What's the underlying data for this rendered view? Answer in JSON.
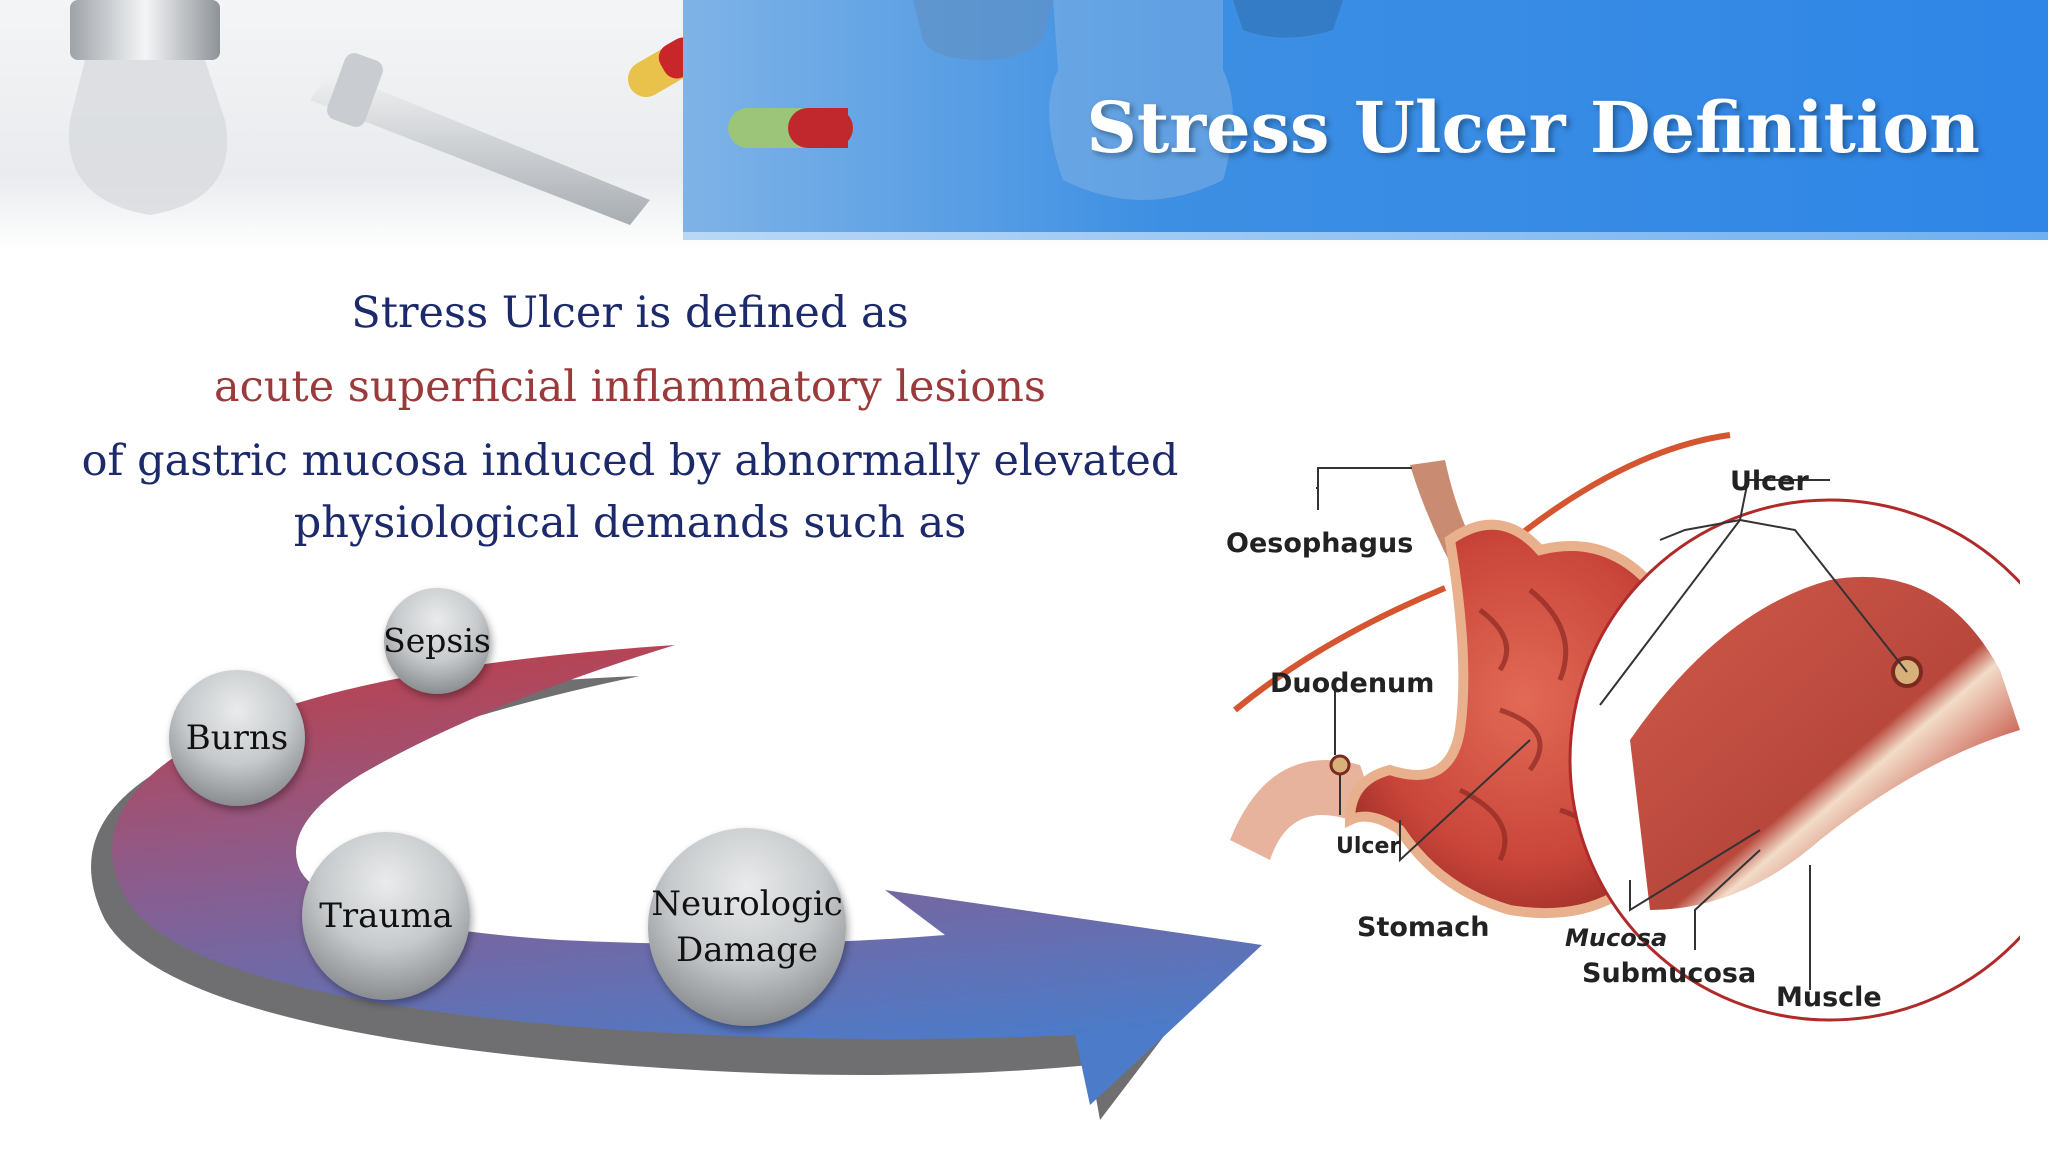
{
  "header": {
    "title": "Stress Ulcer Definition"
  },
  "definition": {
    "line1": "Stress Ulcer is defined as",
    "line2": "acute superficial inflammatory lesions",
    "line3": "of gastric mucosa induced by abnormally elevated",
    "line4": "physiological demands such as"
  },
  "causes": {
    "sepsis": "Sepsis",
    "burns": "Burns",
    "trauma": "Trauma",
    "neurologic_line1": "Neurologic",
    "neurologic_line2": "Damage"
  },
  "anatomy": {
    "oesophagus": "Oesophagus",
    "duodenum": "Duodenum",
    "ulcer_small": "Ulcer",
    "stomach": "Stomach",
    "ulcer": "Ulcer",
    "mucosa": "Mucosa",
    "submucosa": "Submucosa",
    "muscle": "Muscle"
  },
  "colors": {
    "header_blue": "#2f86e6",
    "title_navy": "#1c2a6b",
    "accent_red": "#9b3a3a",
    "arrow_red": "#c0404a",
    "arrow_blue": "#4a78c8"
  }
}
